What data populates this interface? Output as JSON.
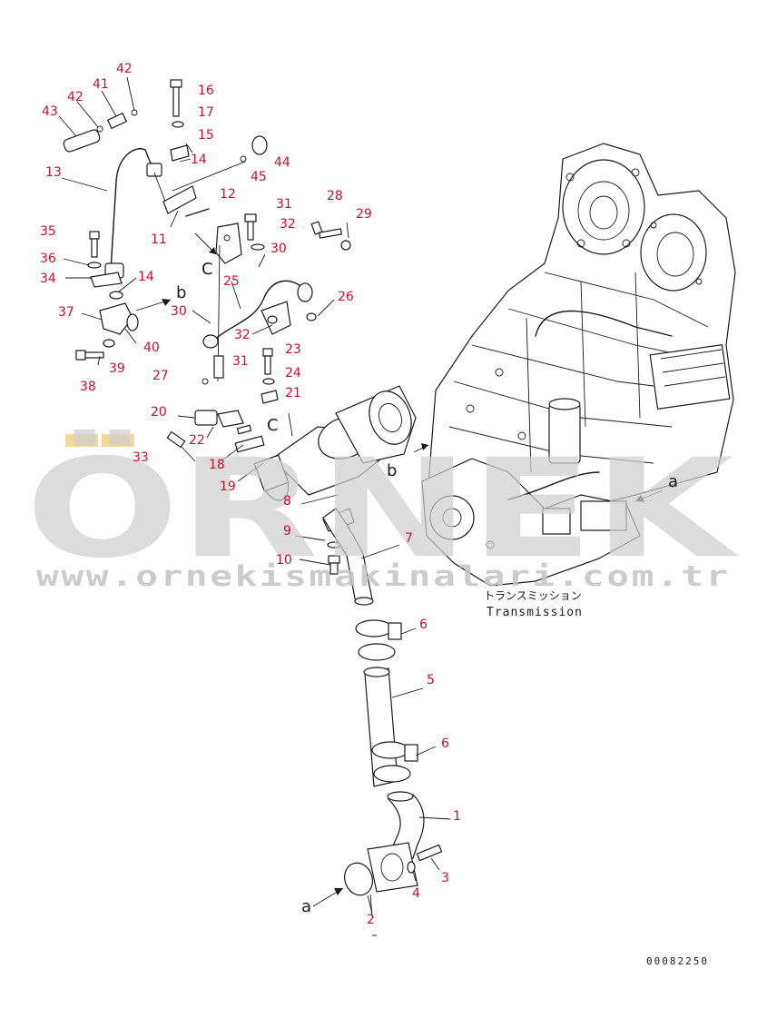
{
  "watermark": {
    "letters": "ÖRNEK",
    "url": "www.ornekismakinalari.com.tr",
    "color": "#cfcfcf",
    "accent": "#f2d99a"
  },
  "caption_jp": "トランスミッション",
  "caption_en": "Transmission",
  "drawing_number": "00082250",
  "label_color": "#c8102e",
  "part_labels": [
    {
      "id": "p43",
      "text": "43"
    },
    {
      "id": "p42a",
      "text": "42"
    },
    {
      "id": "p41",
      "text": "41"
    },
    {
      "id": "p42b",
      "text": "42"
    },
    {
      "id": "p16",
      "text": "16"
    },
    {
      "id": "p17",
      "text": "17"
    },
    {
      "id": "p15",
      "text": "15"
    },
    {
      "id": "p14a",
      "text": "14"
    },
    {
      "id": "p44",
      "text": "44"
    },
    {
      "id": "p45",
      "text": "45"
    },
    {
      "id": "p13",
      "text": "13"
    },
    {
      "id": "p12",
      "text": "12"
    },
    {
      "id": "p11",
      "text": "11"
    },
    {
      "id": "p31a",
      "text": "31"
    },
    {
      "id": "p28",
      "text": "28"
    },
    {
      "id": "p29",
      "text": "29"
    },
    {
      "id": "p32a",
      "text": "32"
    },
    {
      "id": "p35",
      "text": "35"
    },
    {
      "id": "p30a",
      "text": "30"
    },
    {
      "id": "p36",
      "text": "36"
    },
    {
      "id": "p34",
      "text": "34"
    },
    {
      "id": "p14b",
      "text": "14"
    },
    {
      "id": "p25",
      "text": "25"
    },
    {
      "id": "p26",
      "text": "26"
    },
    {
      "id": "p37",
      "text": "37"
    },
    {
      "id": "p30b",
      "text": "30"
    },
    {
      "id": "p40",
      "text": "40"
    },
    {
      "id": "p32b",
      "text": "32"
    },
    {
      "id": "p38",
      "text": "38"
    },
    {
      "id": "p39",
      "text": "39"
    },
    {
      "id": "p23",
      "text": "23"
    },
    {
      "id": "p31b",
      "text": "31"
    },
    {
      "id": "p24",
      "text": "24"
    },
    {
      "id": "p27",
      "text": "27"
    },
    {
      "id": "p21",
      "text": "21"
    },
    {
      "id": "p20",
      "text": "20"
    },
    {
      "id": "p22",
      "text": "22"
    },
    {
      "id": "p33",
      "text": "33"
    },
    {
      "id": "p18",
      "text": "18"
    },
    {
      "id": "p19",
      "text": "19"
    },
    {
      "id": "p8",
      "text": "8"
    },
    {
      "id": "p9",
      "text": "9"
    },
    {
      "id": "p7",
      "text": "7"
    },
    {
      "id": "p10",
      "text": "10"
    },
    {
      "id": "p6a",
      "text": "6"
    },
    {
      "id": "p5",
      "text": "5"
    },
    {
      "id": "p6b",
      "text": "6"
    },
    {
      "id": "p1",
      "text": "1"
    },
    {
      "id": "p3",
      "text": "3"
    },
    {
      "id": "p4",
      "text": "4"
    },
    {
      "id": "p2",
      "text": "2"
    }
  ],
  "ref_letters": [
    {
      "id": "rb",
      "text": "b"
    },
    {
      "id": "rc1",
      "text": "C"
    },
    {
      "id": "rc2",
      "text": "C"
    },
    {
      "id": "rb2",
      "text": "b"
    },
    {
      "id": "ra1",
      "text": "a"
    },
    {
      "id": "ra2",
      "text": "a"
    }
  ]
}
